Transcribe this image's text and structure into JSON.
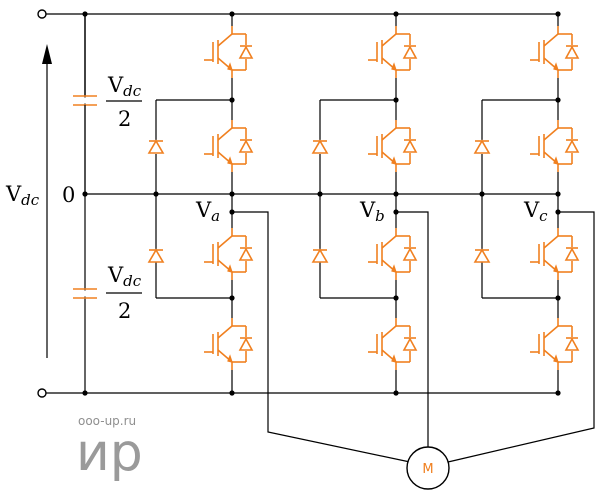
{
  "labels": {
    "vdc_main": "V",
    "vdc_main_sub": "dc",
    "zero": "0",
    "upper_cap_num": "V",
    "upper_cap_num_sub": "dc",
    "upper_cap_den": "2",
    "lower_cap_num": "V",
    "lower_cap_num_sub": "dc",
    "lower_cap_den": "2"
  },
  "phases": [
    {
      "label": "V",
      "sub": "a"
    },
    {
      "label": "V",
      "sub": "b"
    },
    {
      "label": "V",
      "sub": "c"
    }
  ],
  "motor": {
    "label": "M"
  },
  "watermark": {
    "site": "ooo-up.ru",
    "logo": "ир"
  },
  "colors": {
    "device": "#f08020",
    "wire": "#000000",
    "watermark": "#9a9a9a"
  }
}
